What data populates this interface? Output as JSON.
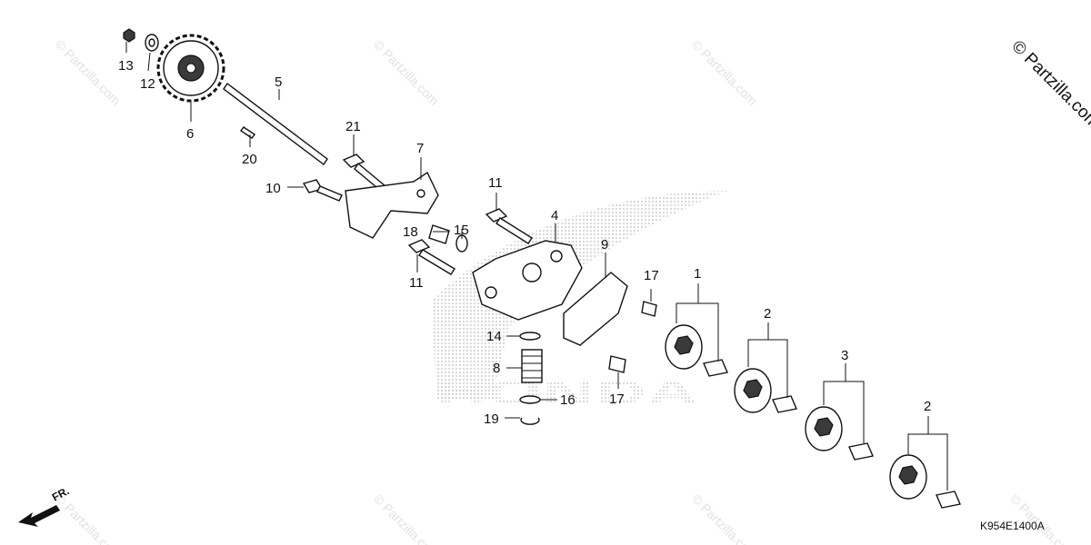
{
  "copyright": "© Partzilla.com",
  "watermark": "© Partzilla.com",
  "brand_background": "HONDA",
  "diagram_code": "K954E1400A",
  "front_indicator": "FR.",
  "callouts": {
    "p1": "1",
    "p2a": "2",
    "p2b": "2",
    "p3": "3",
    "p4": "4",
    "p5": "5",
    "p6": "6",
    "p7": "7",
    "p8": "8",
    "p9": "9",
    "p10": "10",
    "p11a": "11",
    "p11b": "11",
    "p12": "12",
    "p13": "13",
    "p14": "14",
    "p15": "15",
    "p16": "16",
    "p17a": "17",
    "p17b": "17",
    "p18": "18",
    "p19": "19",
    "p20": "20",
    "p21": "21"
  },
  "colors": {
    "line": "#111111",
    "background": "#ffffff",
    "watermark": "#e2e2e2",
    "logo_dots": "#bdbdbd"
  }
}
